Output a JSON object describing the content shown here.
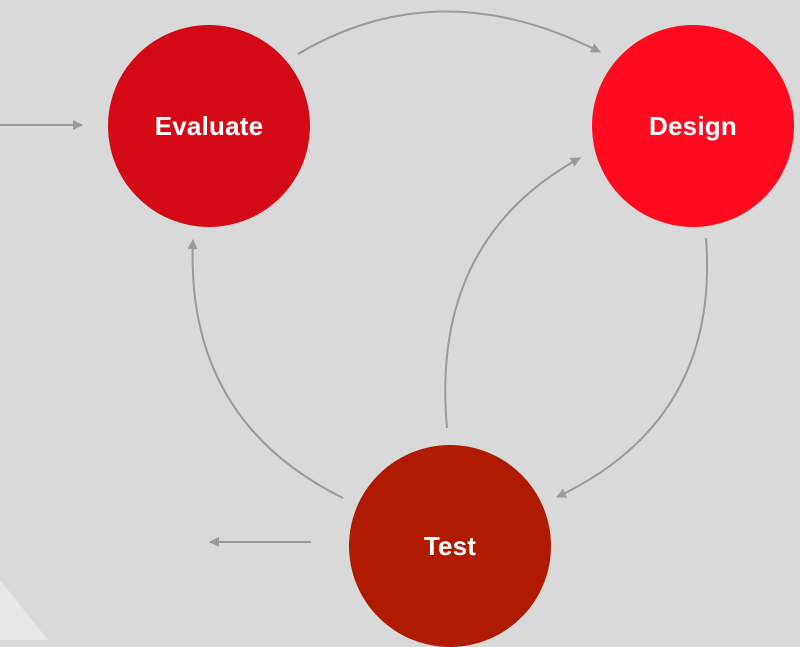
{
  "diagram": {
    "type": "cycle",
    "background_color": "#d9d9d9",
    "connector_color": "#9a9a9a",
    "nodes": [
      {
        "id": "evaluate",
        "label": "Evaluate",
        "color": "#d30a16"
      },
      {
        "id": "design",
        "label": "Design",
        "color": "#ff0a1e"
      },
      {
        "id": "test",
        "label": "Test",
        "color": "#b01a00"
      }
    ],
    "edges": [
      {
        "from": "external",
        "to": "evaluate",
        "kind": "entry-arrow"
      },
      {
        "from": "evaluate",
        "to": "design",
        "kind": "arc"
      },
      {
        "from": "design",
        "to": "test",
        "kind": "arc"
      },
      {
        "from": "test",
        "to": "evaluate",
        "kind": "arc"
      },
      {
        "from": "test",
        "to": "design",
        "kind": "arc"
      },
      {
        "from": "test",
        "to": "external",
        "kind": "exit-arrow"
      }
    ]
  }
}
